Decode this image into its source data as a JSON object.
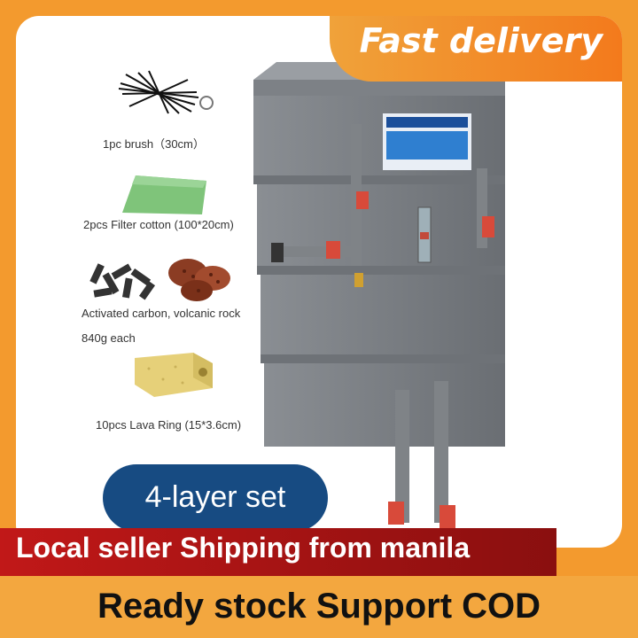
{
  "header": {
    "badge": "Fast delivery"
  },
  "accessories": [
    {
      "label": "1pc  brush（30cm）",
      "icon": "brush-icon"
    },
    {
      "label": "2pcs  Filter cotton (100*20cm)",
      "icon": "filter-cotton-icon"
    },
    {
      "label": "Activated carbon, volcanic rock",
      "icon": "carbon-rock-icon"
    },
    {
      "label": "840g each"
    },
    {
      "label": "10pcs Lava Ring (15*3.6cm)",
      "icon": "lava-ring-icon"
    }
  ],
  "product": {
    "set_label": "4-layer set"
  },
  "banners": {
    "shipping": "Local seller Shipping from manila",
    "stock": "Ready stock  Support COD"
  },
  "colors": {
    "frame": "#f39a2e",
    "pill": "#174b82",
    "red_strip": "#c11818",
    "box": "#7d8186",
    "valve": "#e04436"
  }
}
